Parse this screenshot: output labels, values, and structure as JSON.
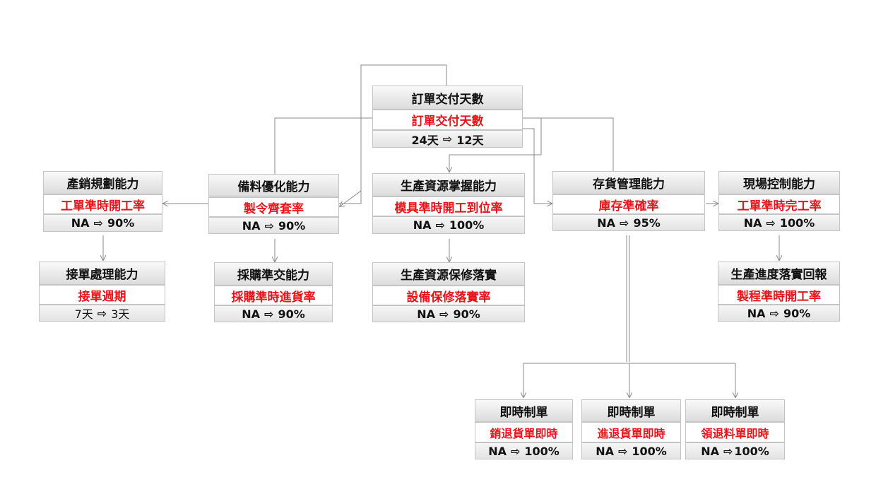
{
  "nodes": [
    {
      "id": "root",
      "title": "訂單交付天數",
      "metric": "訂單交付天數",
      "from": "24天",
      "arrow": "⇨",
      "to": "12天"
    },
    {
      "id": "sales-planning",
      "title": "產銷規劃能力",
      "metric": "工單準時開工率",
      "from": "NA",
      "arrow": "⇨",
      "to": "90%"
    },
    {
      "id": "material-prep",
      "title": "備料優化能力",
      "metric": "製令齊套率",
      "from": "NA",
      "arrow": "⇨",
      "to": "90%"
    },
    {
      "id": "resource-mastery",
      "title": "生產資源掌握能力",
      "metric": "模具準時開工到位率",
      "from": "NA",
      "arrow": "⇨",
      "to": "100%"
    },
    {
      "id": "inventory-mgmt",
      "title": "存貨管理能力",
      "metric": "庫存準確率",
      "from": "NA",
      "arrow": "⇨",
      "to": "95%"
    },
    {
      "id": "floor-control",
      "title": "現場控制能力",
      "metric": "工單準時完工率",
      "from": "NA",
      "arrow": "⇨",
      "to": "100%"
    },
    {
      "id": "order-handling",
      "title": "接單處理能力",
      "metric": "接單週期",
      "from": "7天",
      "arrow": "⇨",
      "to": "3天"
    },
    {
      "id": "purchase-delivery",
      "title": "採購準交能力",
      "metric": "採購準時進貨率",
      "from": "NA",
      "arrow": "⇨",
      "to": "90%"
    },
    {
      "id": "maintenance",
      "title": "生產資源保修落實",
      "metric": "設備保修落實率",
      "from": "NA",
      "arrow": "⇨",
      "to": "90%"
    },
    {
      "id": "progress-report",
      "title": "生產進度落實回報",
      "metric": "製程準時開工率",
      "from": "NA",
      "arrow": "⇨",
      "to": "90%"
    },
    {
      "id": "instant-sales-return",
      "title": "即時制單",
      "metric": "銷退貨單即時",
      "from": "NA",
      "arrow": "⇨",
      "to": "100%"
    },
    {
      "id": "instant-purchase-return",
      "title": "即時制單",
      "metric": "進退貨單即時",
      "from": "NA",
      "arrow": "⇨",
      "to": "100%"
    },
    {
      "id": "instant-material-return",
      "title": "即時制單",
      "metric": "領退料單即時",
      "from": "NA",
      "arrow": "⇨",
      "to": "100%"
    }
  ],
  "edges": [
    {
      "from": "root",
      "to": "sales-planning"
    },
    {
      "from": "root",
      "to": "material-prep"
    },
    {
      "from": "root",
      "to": "resource-mastery"
    },
    {
      "from": "root",
      "to": "inventory-mgmt"
    },
    {
      "from": "root",
      "to": "floor-control"
    },
    {
      "from": "sales-planning",
      "to": "order-handling"
    },
    {
      "from": "material-prep",
      "to": "purchase-delivery"
    },
    {
      "from": "resource-mastery",
      "to": "maintenance"
    },
    {
      "from": "floor-control",
      "to": "progress-report"
    },
    {
      "from": "inventory-mgmt",
      "to": "instant-sales-return"
    },
    {
      "from": "inventory-mgmt",
      "to": "instant-purchase-return"
    },
    {
      "from": "inventory-mgmt",
      "to": "instant-material-return"
    }
  ]
}
